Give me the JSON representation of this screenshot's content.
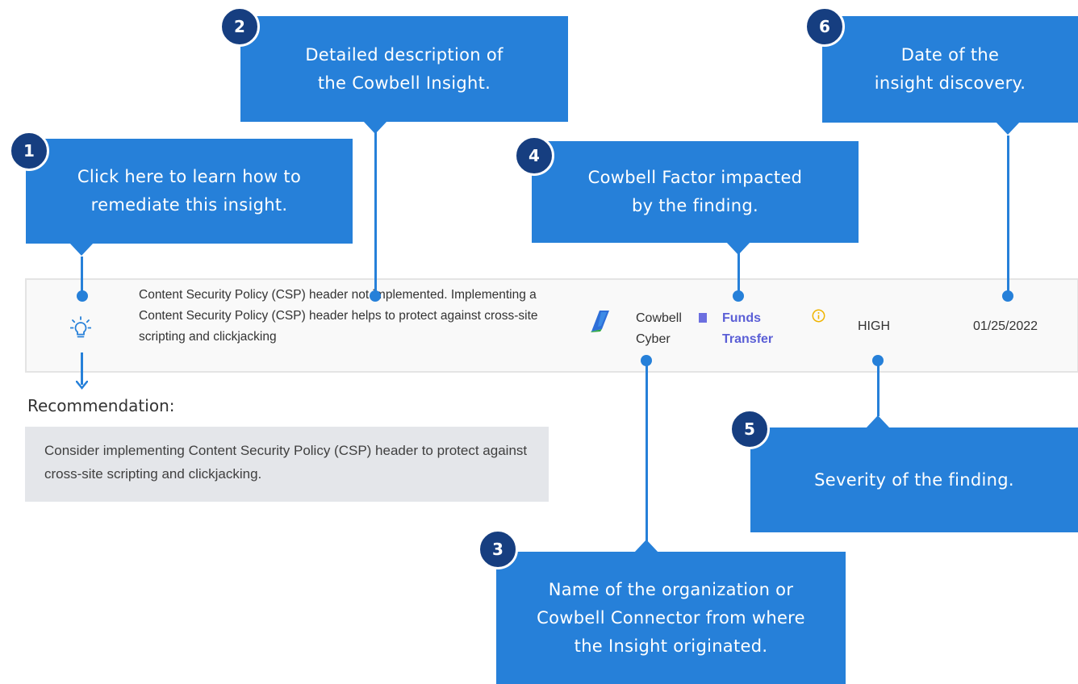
{
  "callouts": {
    "c1": {
      "number": "1",
      "text": "Click here to learn how to\nremediate this insight."
    },
    "c2": {
      "number": "2",
      "text": "Detailed description of\nthe Cowbell Insight."
    },
    "c3": {
      "number": "3",
      "text": "Name of the organization or\nCowbell Connector from where\nthe Insight originated."
    },
    "c4": {
      "number": "4",
      "text": "Cowbell Factor impacted\nby the finding."
    },
    "c5": {
      "number": "5",
      "text": "Severity of the finding."
    },
    "c6": {
      "number": "6",
      "text": "Date of the\ninsight discovery."
    }
  },
  "insight": {
    "description": "Content Security Policy (CSP) header not implemented. Implementing a Content Security Policy (CSP) header helps to protect against cross-site scripting and clickjacking",
    "source_icon": "cowbell-connector-icon",
    "source_name": "Cowbell Cyber",
    "factor": "Funds Transfer",
    "factor_color": "#6c6fe0",
    "severity": "HIGH",
    "date": "01/25/2022"
  },
  "recommendation": {
    "label": "Recommendation:",
    "text": "Consider implementing Content Security Policy (CSP) header to protect against cross-site scripting and clickjacking."
  },
  "colors": {
    "callout_bg": "#2680d9",
    "badge_bg": "#163e80",
    "row_bg": "#f9f9f9",
    "recommendation_bg": "#e4e6ea",
    "info_icon": "#f0b400"
  }
}
